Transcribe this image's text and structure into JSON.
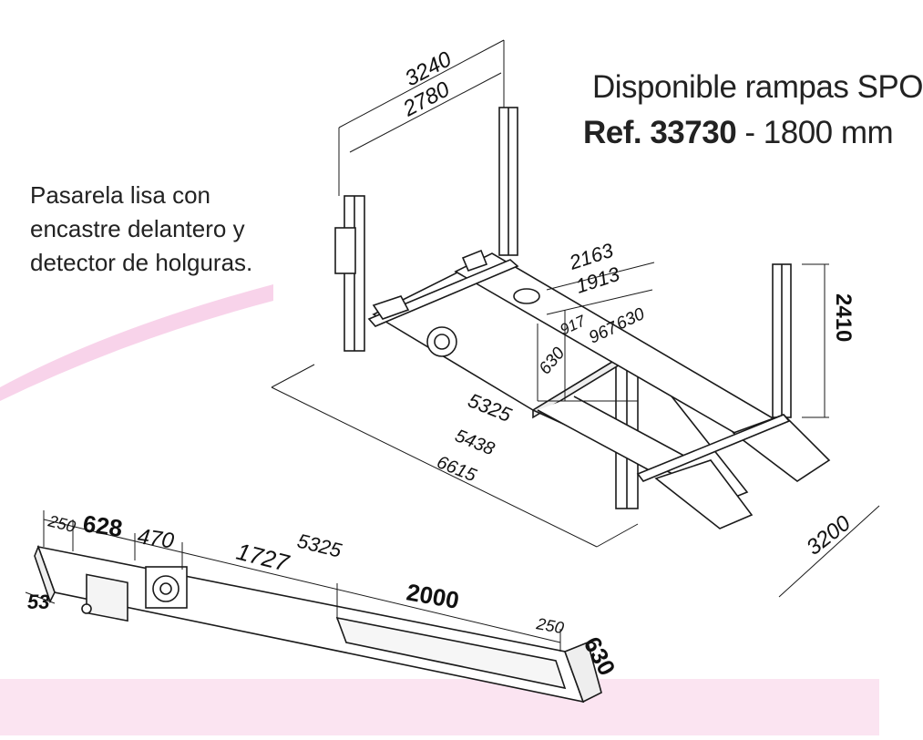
{
  "header": {
    "availability": "Disponible rampas SPO",
    "ref_code": "Ref. 33730",
    "ref_length": " - 1800 mm"
  },
  "note": {
    "line1": "Pasarela lisa con",
    "line2": "encastre delantero y",
    "line3": "detector de holguras."
  },
  "lift_dims": {
    "d3240": "3240",
    "d2780": "2780",
    "d2163": "2163",
    "d1913": "1913",
    "d917": "917",
    "d967": "967",
    "d630a": "630",
    "d630b": "630",
    "d2410": "2410",
    "d5325": "5325",
    "d5438": "5438",
    "d6615": "6615",
    "d3200": "3200"
  },
  "runway_dims": {
    "d250a": "250",
    "d628": "628",
    "d470": "470",
    "d1727": "1727",
    "d5325": "5325",
    "d2000": "2000",
    "d250b": "250",
    "d630": "630",
    "d53": "53"
  },
  "colors": {
    "pink_band": "#fbe4f1",
    "pink_swoosh": "#f6c6e2",
    "line": "#1a1a1a"
  }
}
